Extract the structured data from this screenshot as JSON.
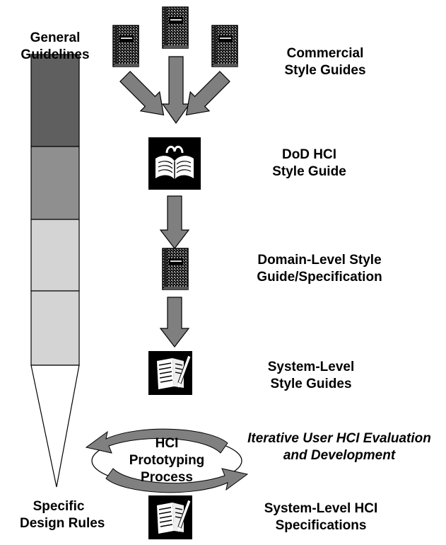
{
  "colors": {
    "bar_dark": "#5f5f5f",
    "bar_mid": "#8f8f8f",
    "bar_light": "#d4d4d4",
    "arrow_fill": "#7f7f7f",
    "outline": "#000000",
    "loop_fill": "#808080"
  },
  "scale": {
    "top_label": [
      "General",
      "Guidelines"
    ],
    "bottom_label": [
      "Specific",
      "Design Rules"
    ]
  },
  "sources": {
    "label": [
      "Commercial",
      "Style Guides"
    ],
    "icon": "book-icon"
  },
  "dod": {
    "label": [
      "DoD HCI",
      "Style Guide"
    ],
    "icon": "open-book-icon"
  },
  "domain_level": {
    "label": [
      "Domain-Level Style",
      "Guide/Specification"
    ],
    "icon": "book-icon"
  },
  "system_level": {
    "label": [
      "System-Level",
      "Style Guides"
    ],
    "icon": "notebook-pen-icon"
  },
  "prototyping": {
    "center_label": [
      "HCI",
      "Prototyping",
      "Process"
    ],
    "side_label": [
      "Iterative User HCI Evaluation",
      "and Development"
    ]
  },
  "system_spec": {
    "label": [
      "System-Level HCI",
      "Specifications"
    ],
    "icon": "notebook-pen-icon"
  }
}
